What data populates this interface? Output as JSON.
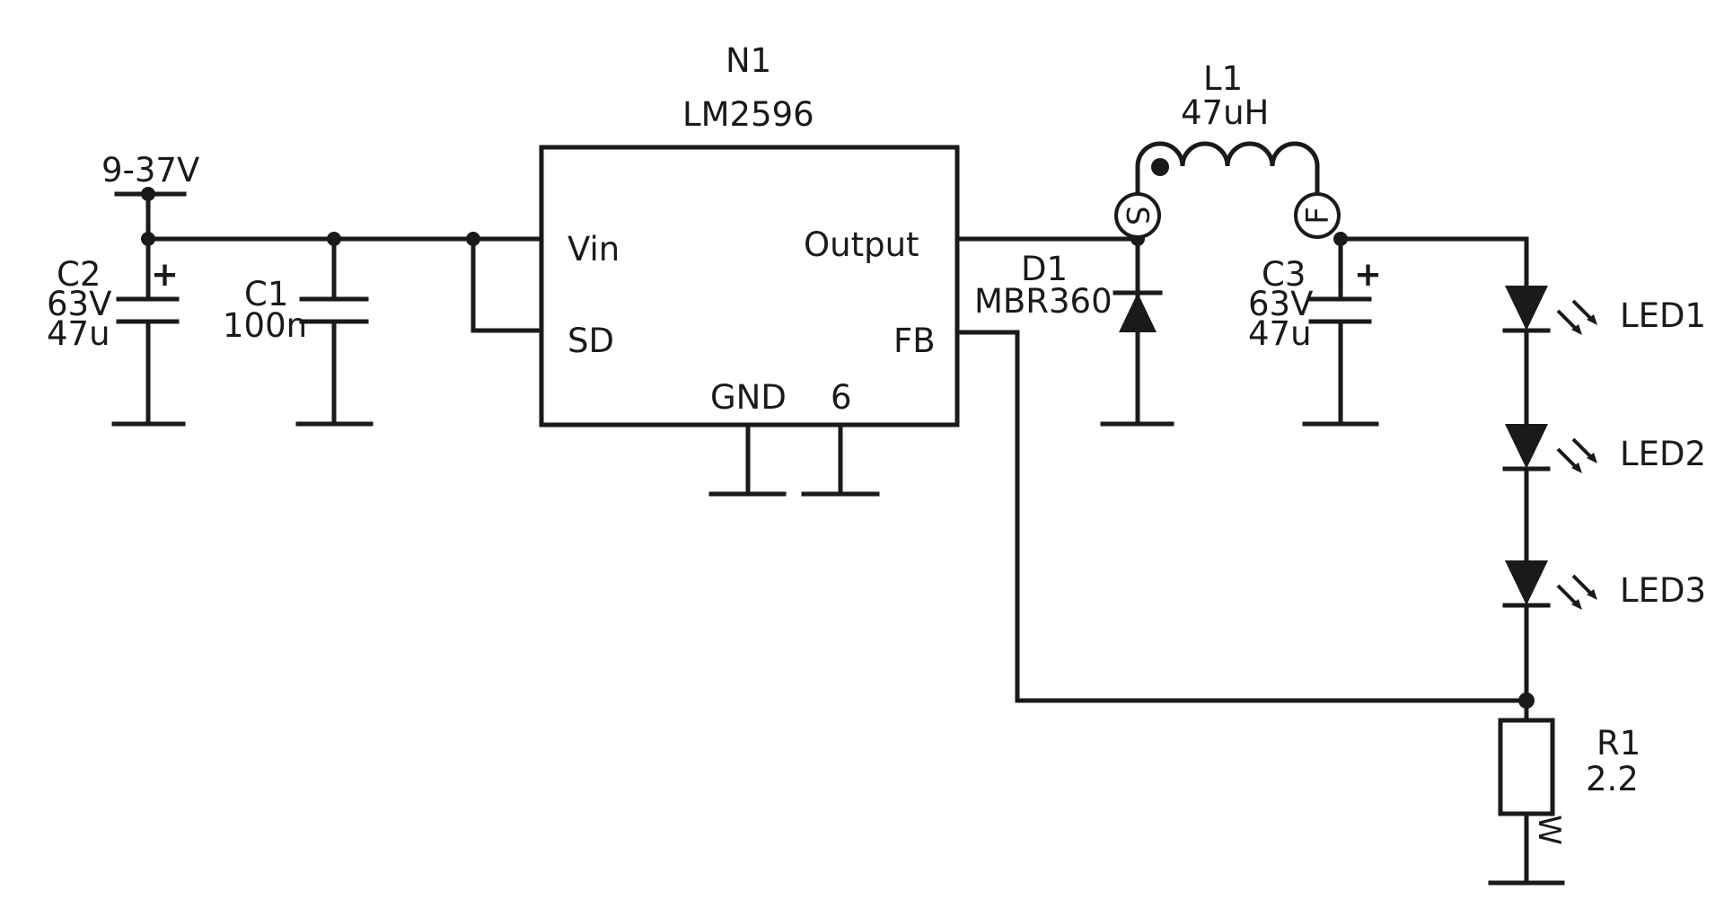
{
  "schematic": {
    "supply": {
      "label": "9-37V"
    },
    "ic": {
      "designator": "N1",
      "part": "LM2596",
      "pins": {
        "vin": "Vin",
        "sd": "SD",
        "output": "Output",
        "fb": "FB",
        "gnd": "GND",
        "pin6": "6"
      }
    },
    "c2": {
      "designator": "C2",
      "voltage": "63V",
      "value": "47u",
      "polarity": "+"
    },
    "c1": {
      "designator": "C1",
      "value": "100n"
    },
    "d1": {
      "designator": "D1",
      "part": "MBR360"
    },
    "l1": {
      "designator": "L1",
      "value": "47uH",
      "start_mark": "S",
      "finish_mark": "F"
    },
    "c3": {
      "designator": "C3",
      "voltage": "63V",
      "value": "47u",
      "polarity": "+"
    },
    "leds": [
      {
        "designator": "LED1"
      },
      {
        "designator": "LED2"
      },
      {
        "designator": "LED3"
      }
    ],
    "r1": {
      "designator": "R1",
      "value": "2.2",
      "type_mark": "W"
    }
  }
}
